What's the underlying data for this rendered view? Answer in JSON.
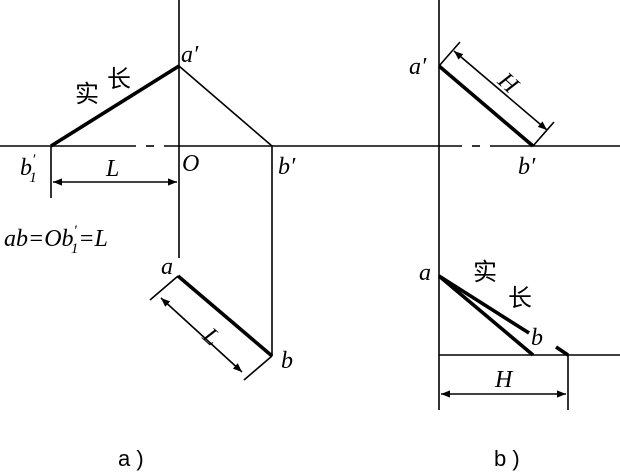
{
  "panel_a": {
    "label_a_prime": "a′",
    "label_b1_prime": "b",
    "label_b1_prime_sup": "′",
    "label_b1_prime_sub": "1",
    "label_O": "O",
    "label_b_prime": "b′",
    "label_a": "a",
    "label_b": "b",
    "label_L_axis": "L",
    "label_L_slant": "L",
    "true_length_char1": "实",
    "true_length_char2": "长",
    "formula_prefix": "ab=Ob",
    "formula_sup": "′",
    "formula_sub": "1",
    "formula_suffix": "=L",
    "caption": "a )"
  },
  "panel_b": {
    "label_a_prime": "a′",
    "label_b_prime": "b′",
    "label_a": "a",
    "label_b": "b",
    "label_H_slant": "H",
    "label_H_axis": "H",
    "true_length_char1": "实",
    "true_length_char2": "长",
    "caption": "b )"
  }
}
